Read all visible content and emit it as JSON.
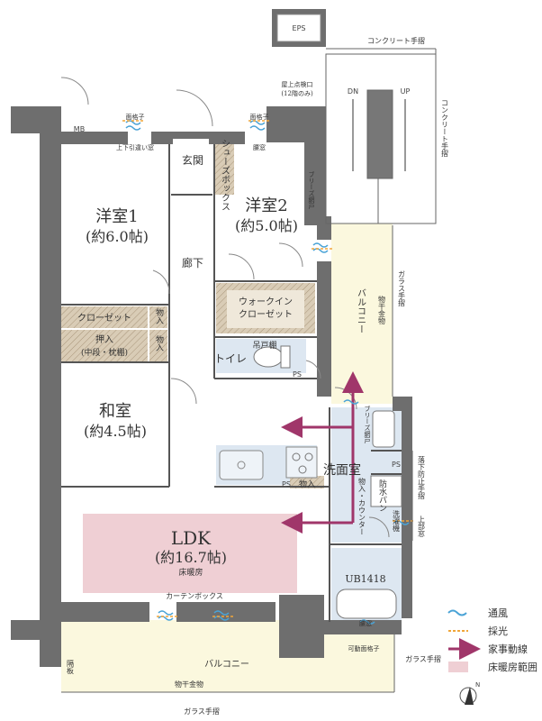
{
  "rooms": {
    "western1_name": "洋室1",
    "western1_size": "(約6.0帖)",
    "western2_name": "洋室2",
    "western2_size": "(約5.0帖)",
    "japanese_name": "和室",
    "japanese_size": "(約4.5帖)",
    "ldk_name": "LDK",
    "ldk_size": "(約16.7帖)",
    "ldk_floorheat": "床暖房",
    "entrance": "玄関",
    "corridor": "廊下",
    "toilet": "トイレ",
    "washroom": "洗面室",
    "bath": "UB1418"
  },
  "fixtures": {
    "mb": "MB",
    "eps": "EPS",
    "shoes_box": "シューズボックス",
    "closet": "クローゼット",
    "storage1": "物入",
    "storage2": "物入",
    "storage3": "物入",
    "oshiire_title": "押入",
    "oshiire_detail": "(中段・枕棚)",
    "wic_line1": "ウォークイン",
    "wic_line2": "クローゼット",
    "tsuritodana": "吊戸棚",
    "ps1": "PS",
    "ps2": "PS",
    "ps3": "PS",
    "curtain_box": "カーテンボックス",
    "waterproof_pan": "防水パン",
    "counter": "物入・カウンター",
    "washing_machine": "洗濯機",
    "bath_window": "腰窓",
    "entrance_note1": "屋上点検口",
    "entrance_note2": "(12階のみ)"
  },
  "windows": {
    "lattice_left": "面格子",
    "sliding_window": "上下引違い窓",
    "lattice_right": "面格子",
    "waist_window": "腰窓",
    "brief_vent1": "ブリーズ網戸",
    "brief_vent2": "ブリーズ網戸",
    "movable_lattice": "可動面格子"
  },
  "exterior": {
    "concrete_railing_top": "コンクリート手摺",
    "concrete_railing_side": "コンクリート手摺",
    "glass_railing_right": "ガラス手摺",
    "glass_railing_bottom_right": "ガラス手摺",
    "glass_railing_bottom": "ガラス手摺",
    "balcony_side": "バルコニー",
    "balcony_bottom": "バルコニー",
    "laundry_rack_side": "物干金物",
    "laundry_rack_bottom": "物干金物",
    "partition": "隔板",
    "fall_prevention": "落下防止手摺",
    "upper_vent": "上部窓",
    "dn": "DN",
    "up": "UP",
    "north": "N"
  },
  "legend": {
    "ventilation": "通風",
    "daylight": "採光",
    "housework_path": "家事動線",
    "floor_heating_area": "床暖房範囲"
  },
  "colors": {
    "wall": "#6e6e6e",
    "balcony": "#fbf8de",
    "ldk_floorheat": "#efcfd4",
    "wetroom": "#dde7f1",
    "storage_hatch": "#c9bba4",
    "arrow": "#a0366a",
    "vent": "#4aa3d6",
    "light": "#f0a63a"
  }
}
